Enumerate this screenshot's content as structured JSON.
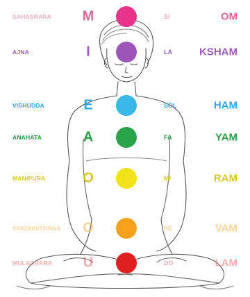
{
  "chakras": [
    {
      "name": "SAHASRARA",
      "vowel": "M",
      "note": "SI",
      "mantra": "OM",
      "color": "#e8338a",
      "text_color": "#d86a96"
    },
    {
      "name": "AJNA",
      "vowel": "I",
      "note": "LA",
      "mantra": "KSHAM",
      "color": "#9b55b8",
      "text_color": "#9d5cb8"
    },
    {
      "name": "VISHUDDA",
      "vowel": "E",
      "note": "SOL",
      "mantra": "HAM",
      "color": "#3ab8e8",
      "text_color": "#2ea6df"
    },
    {
      "name": "ANAHATA",
      "vowel": "A",
      "note": "FA",
      "mantra": "YAM",
      "color": "#2aa44a",
      "text_color": "#2a9a45"
    },
    {
      "name": "MANIPURA",
      "vowel": "O",
      "note": "MI",
      "mantra": "RAM",
      "color": "#f2e21a",
      "text_color": "#d8c81e"
    },
    {
      "name": "SVADHISTHANA",
      "vowel": "O",
      "note": "RE",
      "mantra": "VAM",
      "color": "#f6a11a",
      "text_color": "#f0b24a"
    },
    {
      "name": "MULADHARA",
      "vowel": "U",
      "note": "DO",
      "mantra": "LAM",
      "color": "#e02020",
      "text_color": "#ec6a6a"
    }
  ]
}
